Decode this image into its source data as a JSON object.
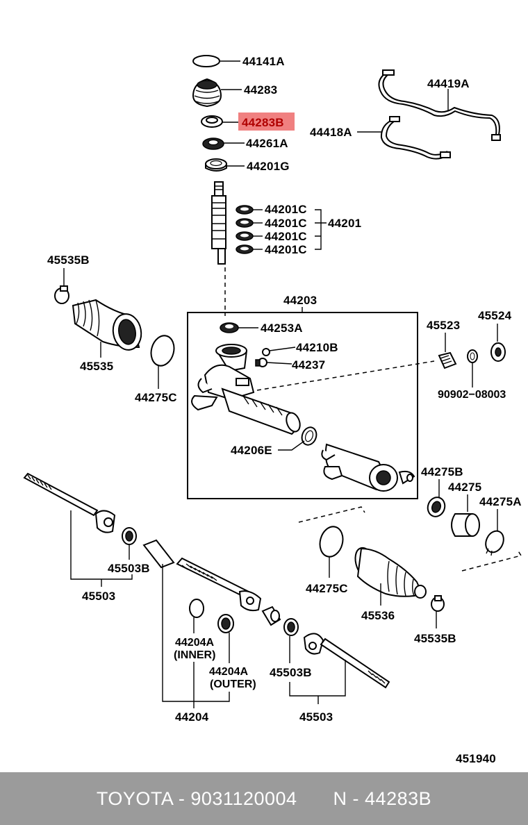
{
  "diagram": {
    "labels": {
      "l44141A": "44141A",
      "l44283": "44283",
      "l44283B": "44283B",
      "l44261A": "44261A",
      "l44201G": "44201G",
      "l44201C_1": "44201C",
      "l44201C_2": "44201C",
      "l44201C_3": "44201C",
      "l44201C_4": "44201C",
      "l44201": "44201",
      "l44419A": "44419A",
      "l44418A": "44418A",
      "l45535B_top": "45535B",
      "l45535": "45535",
      "l44275C_left": "44275C",
      "l44203": "44203",
      "l44253A": "44253A",
      "l44210B": "44210B",
      "l44237": "44237",
      "l44206E": "44206E",
      "l45523": "45523",
      "l45524": "45524",
      "l90902": "90902−08003",
      "l44275B": "44275B",
      "l44275": "44275",
      "l44275A": "44275A",
      "l44275C_right": "44275C",
      "l45536": "45536",
      "l45535B_bottom": "45535B",
      "l45503B_left": "45503B",
      "l45503_left": "45503",
      "l44204A_inner": "44204A",
      "l_inner": "(INNER)",
      "l44204A_outer": "44204A",
      "l_outer": "(OUTER)",
      "l44204": "44204",
      "l45503B_right": "45503B",
      "l45503_right": "45503",
      "l451940": "451940"
    },
    "highlight_color": "#f08080"
  },
  "footer": {
    "brand_part": "TOYOTA - 9031120004",
    "ref_part": "N - 44283B"
  }
}
